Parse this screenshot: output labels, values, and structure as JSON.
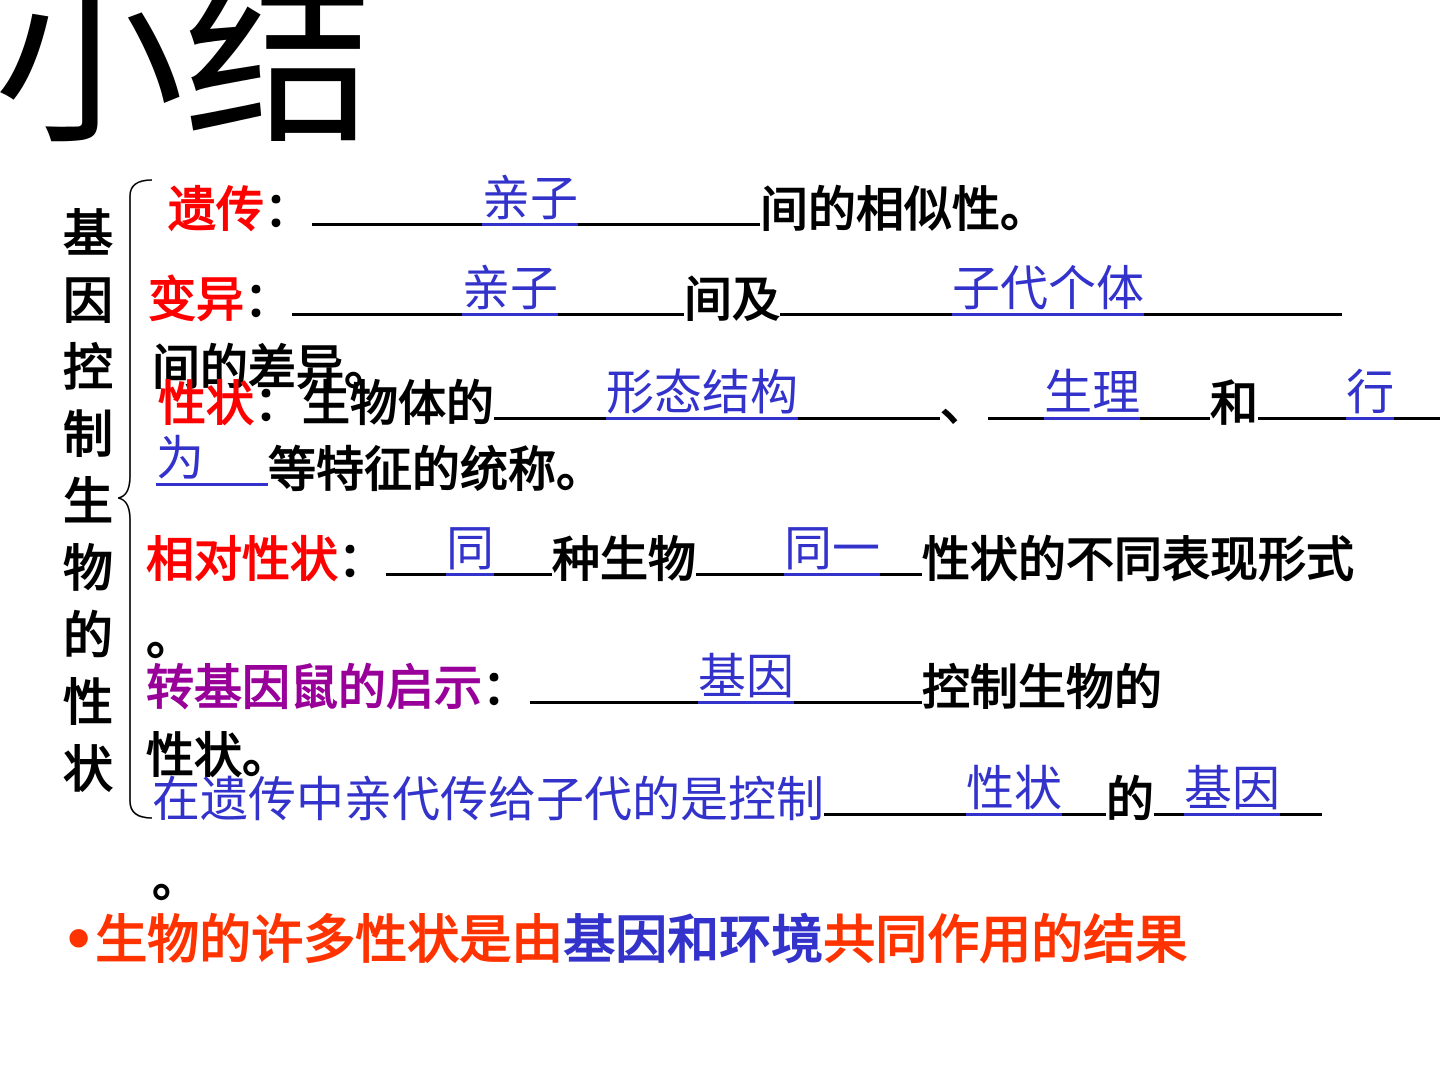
{
  "title": "小结",
  "side_label": "基因控制生物的性状",
  "items": {
    "heredity": {
      "term": "遗传",
      "colon": "：",
      "answer": "亲子",
      "tail": "间的相似性。"
    },
    "variation": {
      "term": "变异",
      "colon": "：",
      "answer1": "亲子",
      "mid": "间及",
      "answer2": "子代个体",
      "tail": "间的差异。"
    },
    "trait": {
      "term": "性状",
      "colon": "：",
      "lead": "生物体的",
      "answer1": "形态结构",
      "sep1": "、",
      "answer2": "生理",
      "sep2": "和",
      "answer3_line1": "行",
      "answer3_line2": "为",
      "tail": "等特征的统称。"
    },
    "relative_trait": {
      "term": "相对性状",
      "colon": "：",
      "answer1": "同",
      "mid1": "种生物",
      "answer2": "同一",
      "tail": "性状的不同表现形式",
      "tail2": "。"
    },
    "transgenic": {
      "term": "转基因鼠的启示",
      "colon": "：",
      "answer": "基因",
      "mid": "控制生物的",
      "tail": "性状。"
    },
    "inheritance": {
      "lead": "在遗传中亲代传给子代的是控制",
      "answer1": "性状",
      "mid": "的",
      "answer2": "基因",
      "tail": "。"
    }
  },
  "conclusion": {
    "bullet": "•",
    "part1": "生物的许多性状是由",
    "part2": "基因和环境",
    "part3": "共同作用的结果"
  },
  "colors": {
    "term_red": "#ff0000",
    "answer_blue": "#3333cc",
    "purple": "#990099",
    "conclusion_orange": "#ff3300"
  }
}
